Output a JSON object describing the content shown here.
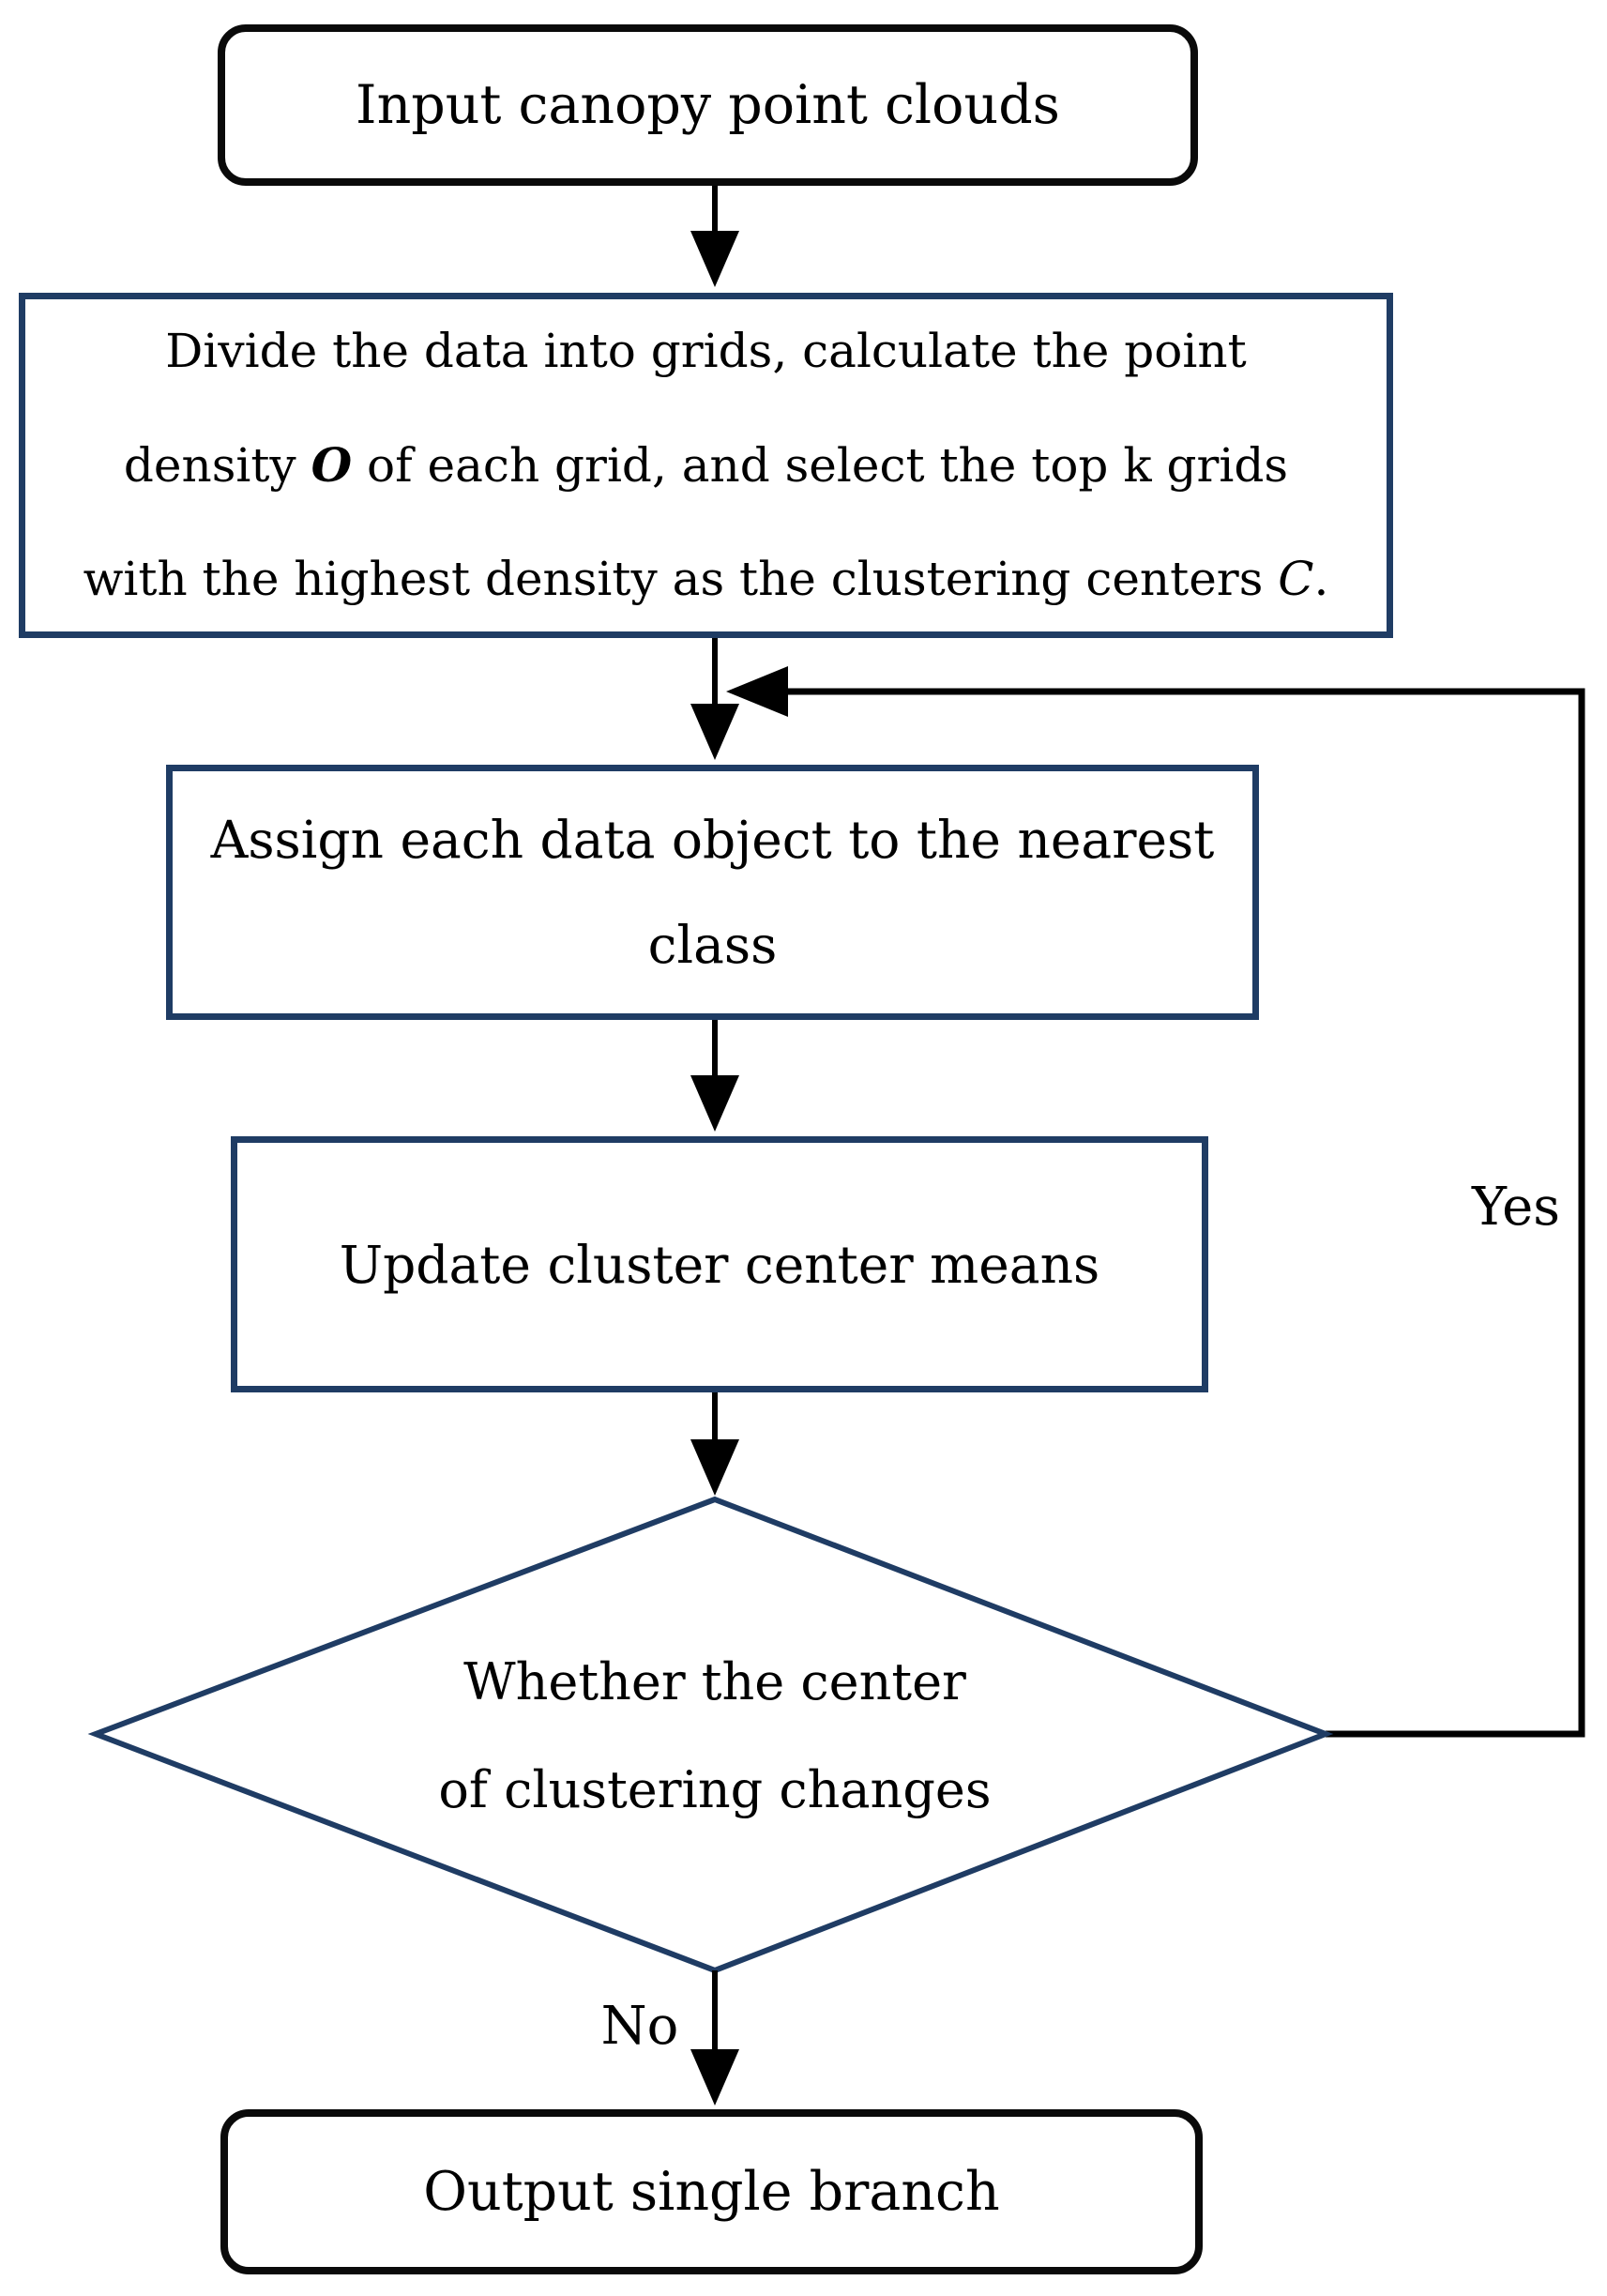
{
  "nodes": {
    "input": {
      "label": "Input canopy point clouds"
    },
    "divide": {
      "line1": "Divide the data into grids, calculate the point",
      "line2": {
        "pre": "density ",
        "emphasis": "O",
        "post": " of each grid, and select the top k grids"
      },
      "line3": {
        "pre": "with the highest density as the clustering centers ",
        "emphasis": "C",
        "post": "."
      }
    },
    "assign": {
      "line1": "Assign each data object to the nearest",
      "line2": "class"
    },
    "update": {
      "label": "Update cluster center means"
    },
    "decision": {
      "line1": "Whether the center",
      "line2": "of clustering changes"
    },
    "output": {
      "label": "Output single branch"
    }
  },
  "edges": {
    "yes": "Yes",
    "no": "No"
  },
  "colors": {
    "process_border": "#1f3c64",
    "terminator_border": "#0a0a0a",
    "line": "#000000",
    "background": "#ffffff",
    "text": "#000000"
  }
}
